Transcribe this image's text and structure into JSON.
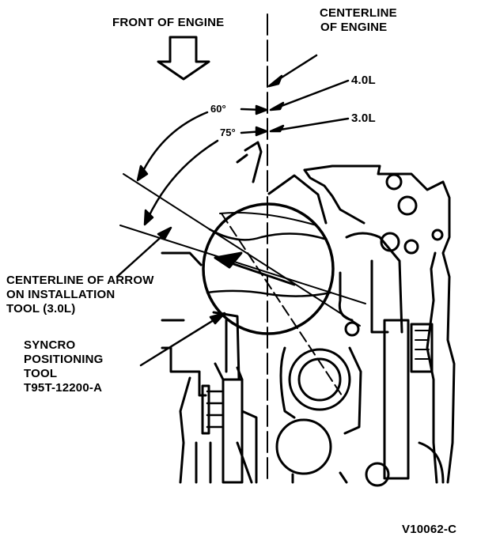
{
  "labels": {
    "front_of_engine": "FRONT OF ENGINE",
    "centerline_engine_1": "CENTERLINE",
    "centerline_engine_2": "OF ENGINE",
    "engine_40": "4.0L",
    "engine_30": "3.0L",
    "angle_60": "60°",
    "angle_75": "75°",
    "arrow_centerline_1": "CENTERLINE OF ARROW",
    "arrow_centerline_2": "ON INSTALLATION",
    "arrow_centerline_3": "TOOL (3.0L)",
    "syncro_1": "SYNCRO",
    "syncro_2": "POSITIONING",
    "syncro_3": "TOOL",
    "syncro_4": "T95T-12200-A",
    "figure_id": "V10062-C"
  },
  "colors": {
    "ink": "#000000",
    "paper": "#ffffff"
  }
}
